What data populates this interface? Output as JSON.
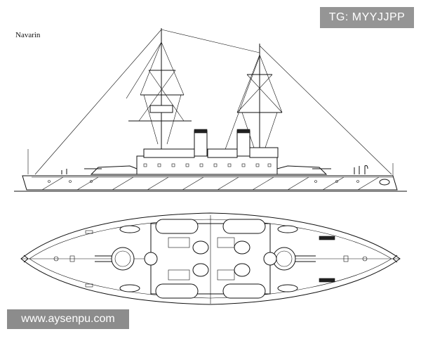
{
  "drawing": {
    "title": "Navarin",
    "side_view": "side-elevation",
    "top_view": "plan-view"
  },
  "watermarks": {
    "top_right": "TG: MYYJJPP",
    "bottom_left": "www.aysenpu.com"
  },
  "colors": {
    "line": "#111111",
    "background": "#ffffff",
    "badge_bg": "#7f7f7f",
    "badge_text": "#ffffff"
  }
}
